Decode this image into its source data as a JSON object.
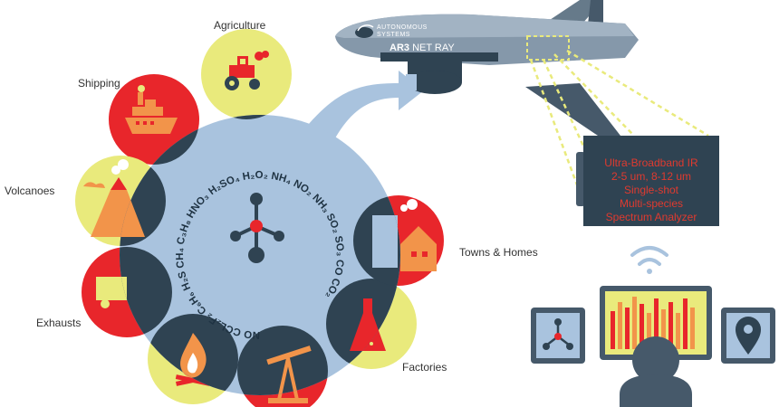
{
  "sources": {
    "agriculture": "Agriculture",
    "shipping": "Shipping",
    "volcanoes": "Volcanoes",
    "exhausts": "Exhausts",
    "towns_homes": "Towns & Homes",
    "factories": "Factories"
  },
  "gases": [
    "NO",
    "CCL",
    "F",
    "C",
    "H",
    "H",
    "S",
    "CH",
    "C",
    "H",
    "HNO",
    "H",
    "SO",
    "H",
    "O",
    "NH",
    "NO",
    "NH",
    "SO",
    "SO",
    "CO",
    "CO"
  ],
  "gas_ring": "NO CCL₂F₂ C₆H₆ H₂S CH₄ C₃H₈ HNO₃ H₂SO₄ H₂O₂ NH₄ NO₂ NH₃ SO₂ SO₃ CO CO₂",
  "aircraft": {
    "brand_line1": "AUTONOMOUS",
    "brand_line2": "SYSTEMS",
    "name_bold": "AR3",
    "name_rest": " NET RAY"
  },
  "sensor": {
    "line1": "Ultra-Broadband IR",
    "line2": "2-5 um, 8-12 um",
    "line3": "Single-shot",
    "line4": "Multi-species",
    "line5": "Spectrum Analyzer"
  },
  "colors": {
    "dark": "#2f4352",
    "blue": "#a9c3de",
    "red": "#e8262b",
    "yellow": "#e9ea7c",
    "orange": "#f2944a",
    "sensor_text": "#e03a2f"
  },
  "icons": [
    "tractor-icon",
    "ship-icon",
    "volcano-icon",
    "truck-icon",
    "fire-icon",
    "oil-pump-icon",
    "flask-icon",
    "buildings-icon",
    "molecule-icon",
    "wifi-icon",
    "bar-chart-icon",
    "map-pin-icon",
    "person-icon"
  ]
}
